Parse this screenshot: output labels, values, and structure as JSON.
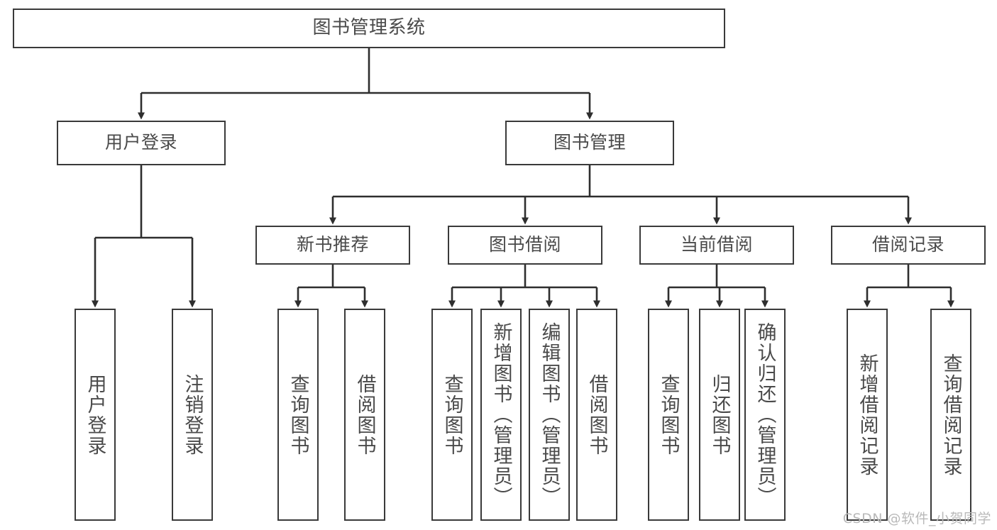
{
  "diagram": {
    "title": "图书管理系统",
    "type": "tree",
    "watermark": "CSDN @软件_小贺同学",
    "colors": {
      "box_border": "#3a3a3a",
      "box_fill": "#ffffff",
      "text": "#4a4a4a",
      "connector": "#2e2e2e",
      "watermark": "#b9b9b9",
      "background": "#ffffff"
    },
    "root": {
      "label": "图书管理系统"
    },
    "level1": [
      {
        "label": "用户登录"
      },
      {
        "label": "图书管理"
      }
    ],
    "level2": [
      {
        "label": "新书推荐"
      },
      {
        "label": "图书借阅"
      },
      {
        "label": "当前借阅"
      },
      {
        "label": "借阅记录"
      }
    ],
    "leaves": {
      "user_login": [
        {
          "label": "用户登录"
        },
        {
          "label": "注销登录"
        }
      ],
      "new_book_recommend": [
        {
          "label": "查询图书"
        },
        {
          "label": "借阅图书"
        }
      ],
      "book_borrow": [
        {
          "label": "查询图书"
        },
        {
          "label": "新增图书（管理员）"
        },
        {
          "label": "编辑图书（管理员）"
        },
        {
          "label": "借阅图书"
        }
      ],
      "current_borrow": [
        {
          "label": "查询图书"
        },
        {
          "label": "归还图书"
        },
        {
          "label": "确认归还（管理员）"
        }
      ],
      "borrow_record": [
        {
          "label": "新增借阅记录"
        },
        {
          "label": "查询借阅记录"
        }
      ]
    }
  }
}
